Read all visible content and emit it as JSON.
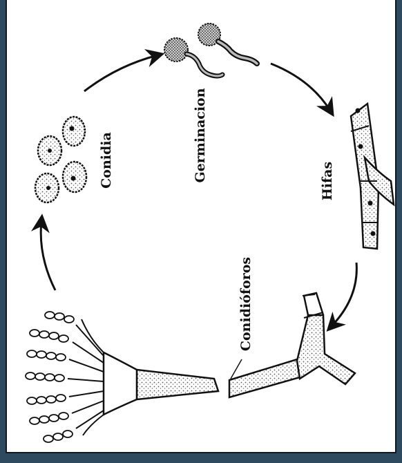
{
  "labels": {
    "conidia": "Conidia",
    "germinacion": "Germinacion",
    "hifas": "Hifas",
    "conidioforos": "Conidióforos"
  },
  "colors": {
    "background": "#2e4a5f",
    "panel": "#ffffff",
    "ink": "#111111",
    "stipple": "#d9d9d9"
  }
}
